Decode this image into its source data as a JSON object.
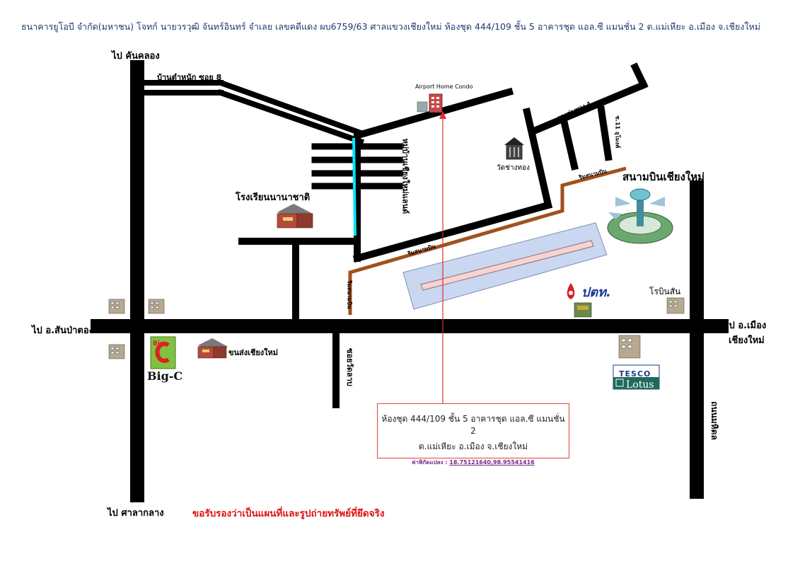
{
  "header": {
    "text": "ธนาคารยูโอบี จำกัด(มหาชน) โจทก์ นายวรวุฒิ จันทร์อินทร์ จำเลย เลขคดีแดง ผบ6759/63 ศาลแขวงเชียงใหม่ ห้องชุด 444/109 ชั้น 5 อาคารชุด แอล.ซี แมนชั่น 2 ต.แม่เหียะ อ.เมือง จ.เชียงใหม่"
  },
  "labels": {
    "to_khan_khlong": "ไป คันคลอง",
    "ban_tamnak_soi8": "บ้านตำหนัก ซอย 8",
    "airport_home_condo": "Airport Home Condo",
    "soi_chang_thong_4": "ซอยช่างทอง 4",
    "soi_11": "ซ.11 อุโมงค์",
    "wat_chang_thong": "วัดช่างทอง",
    "airport": "สนามบินเชียงใหม่",
    "mahidol_road_vertical": "หมู่บ้านเชียงใหม่แลนด์",
    "international_school": "โรงเรียนนานาชาติ",
    "runway_road_top": "ริมสนามบิน",
    "runway_road_mid": "ริมสนามบิน",
    "runway_road_left": "ริมสนามบิน",
    "rong_bin_san": "โรบินสัน",
    "to_san_pa_tong": "ไป อ.สันป่าตอง",
    "to_mueang": "ไป อ.เมือง",
    "chiang_mai": "เชียงใหม่",
    "chiang_mai_transport": "ขนส่งเชียงใหม่",
    "big_c": "Big-C",
    "soi_wat_lab": "ซอยวัดลาบ",
    "mahidol_road": "ถนนมหิดล",
    "to_sala_klang": "ไป ศาลากลาง",
    "ptt": "ปตท.",
    "tesco": "TESCO",
    "lotus": "Lotus"
  },
  "info_box": {
    "line1": "ห้องชุด 444/109 ชั้น 5 อาคารชุด แอล.ซี แมนชั่น 2",
    "line2": "ต.แม่เหียะ  อ.เมือง  จ.เชียงใหม่",
    "coord_label": "ค่าพิกัดแปลง :",
    "coords": "18.75121640,98.95541416"
  },
  "disclaimer": "ขอรับรองว่าเป็นแผนที่และรูปถ่ายทรัพย์ที่ยึดจริง",
  "colors": {
    "road": "#000000",
    "canal": "#00e5ff",
    "runway_road": "#a0521d",
    "runway": "#c9d7f0",
    "runway_strip": "#f4d4d4",
    "pointer": "#e03030"
  }
}
